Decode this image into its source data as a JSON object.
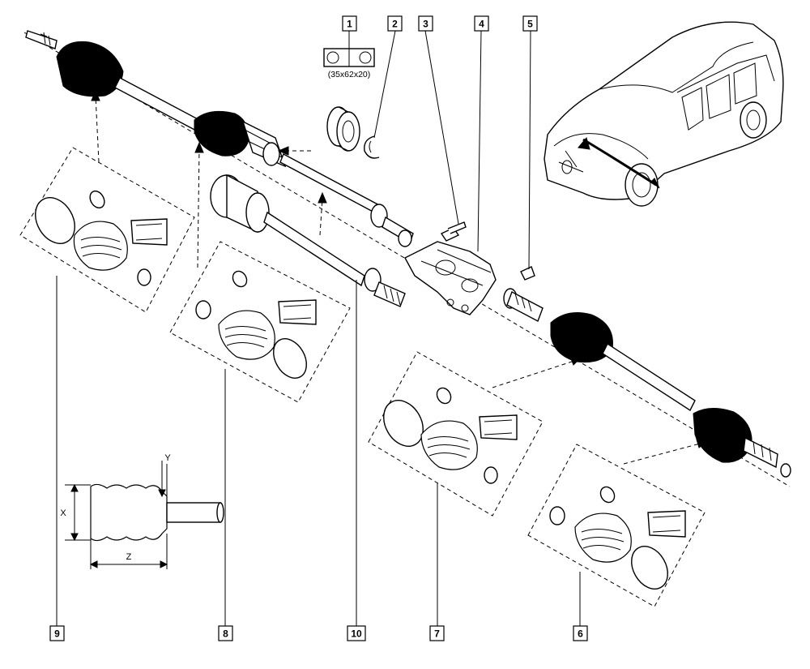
{
  "callouts": [
    {
      "id": "1",
      "label": "1"
    },
    {
      "id": "2",
      "label": "2"
    },
    {
      "id": "3",
      "label": "3"
    },
    {
      "id": "4",
      "label": "4"
    },
    {
      "id": "5",
      "label": "5"
    },
    {
      "id": "6",
      "label": "6"
    },
    {
      "id": "7",
      "label": "7"
    },
    {
      "id": "8",
      "label": "8"
    },
    {
      "id": "9",
      "label": "9"
    },
    {
      "id": "10",
      "label": "10"
    }
  ],
  "bearing_size": "(35x62x20)",
  "dimension_labels": {
    "x": "X",
    "y": "Y",
    "z": "Z"
  }
}
